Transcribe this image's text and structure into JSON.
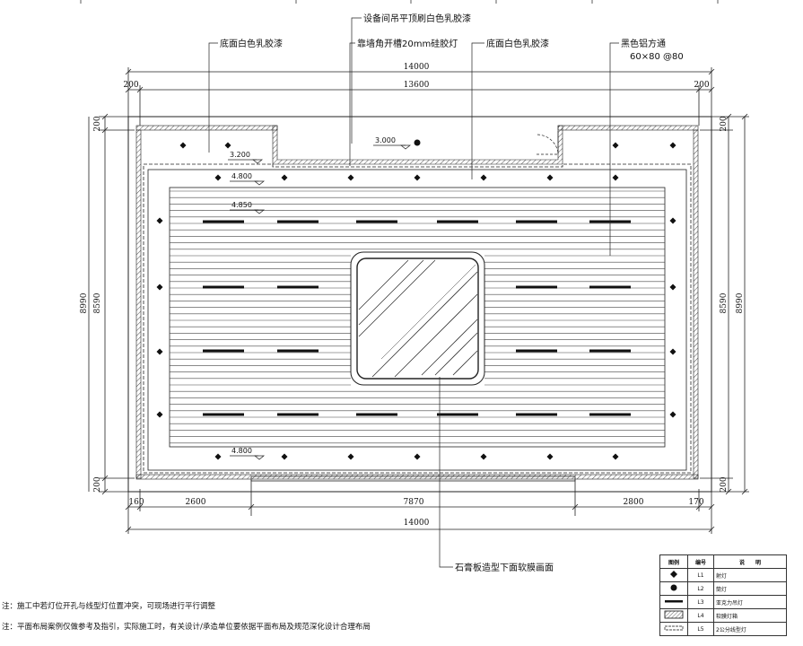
{
  "labels": {
    "equipment_ceiling": "设备间吊平顶刷白色乳胶漆",
    "bottom_left_paint": "底面白色乳胶漆",
    "wall_corner_lamp": "靠墙角开槽20mm硅胶灯",
    "bottom_center_paint": "底面白色乳胶漆",
    "black_aluminum": "黑色铝方通",
    "aluminum_spec": "60×80 @80",
    "gypsum_film": "石膏板造型下面软膜画面"
  },
  "dimensions": {
    "top_total": "14000",
    "top_inner": "13600",
    "top_left_margin": "200",
    "top_right_margin": "200",
    "left_total": "8990",
    "left_inner": "8590",
    "left_top_margin": "200",
    "left_bottom_margin": "200",
    "right_total": "8990",
    "right_inner": "8590",
    "right_top_margin": "200",
    "right_bottom_margin": "200",
    "bottom_seg1": "160",
    "bottom_seg2": "2600",
    "bottom_seg3": "7870",
    "bottom_seg4": "2800",
    "bottom_seg5": "170",
    "bottom_total": "14000"
  },
  "elevations": {
    "e1": "3.000",
    "e2": "3.200",
    "e3": "4.800",
    "e4": "4.850",
    "e5": "4.800"
  },
  "notes": {
    "note1": "注：施工中若灯位开孔与线型灯位置冲突，可现场进行平行调整",
    "note2": "注：平面布局案例仅做参考及指引，实际施工时，有关设计/承造单位要依据平面布局及规范深化设计合理布局"
  },
  "legend": {
    "headers": {
      "symbol": "图例",
      "code": "编号",
      "desc": "说　　明"
    },
    "rows": [
      {
        "symbol": "spotlight-icon",
        "code": "L1",
        "desc": "射灯"
      },
      {
        "symbol": "downlight-icon",
        "code": "L2",
        "desc": "筒灯"
      },
      {
        "symbol": "linear-suspended-icon",
        "code": "L3",
        "desc": "亚克力吊灯"
      },
      {
        "symbol": "film-lightbox-icon",
        "code": "L4",
        "desc": "软膜灯箱"
      },
      {
        "symbol": "line-lamp-icon",
        "code": "L5",
        "desc": "2公分线型灯"
      }
    ]
  }
}
